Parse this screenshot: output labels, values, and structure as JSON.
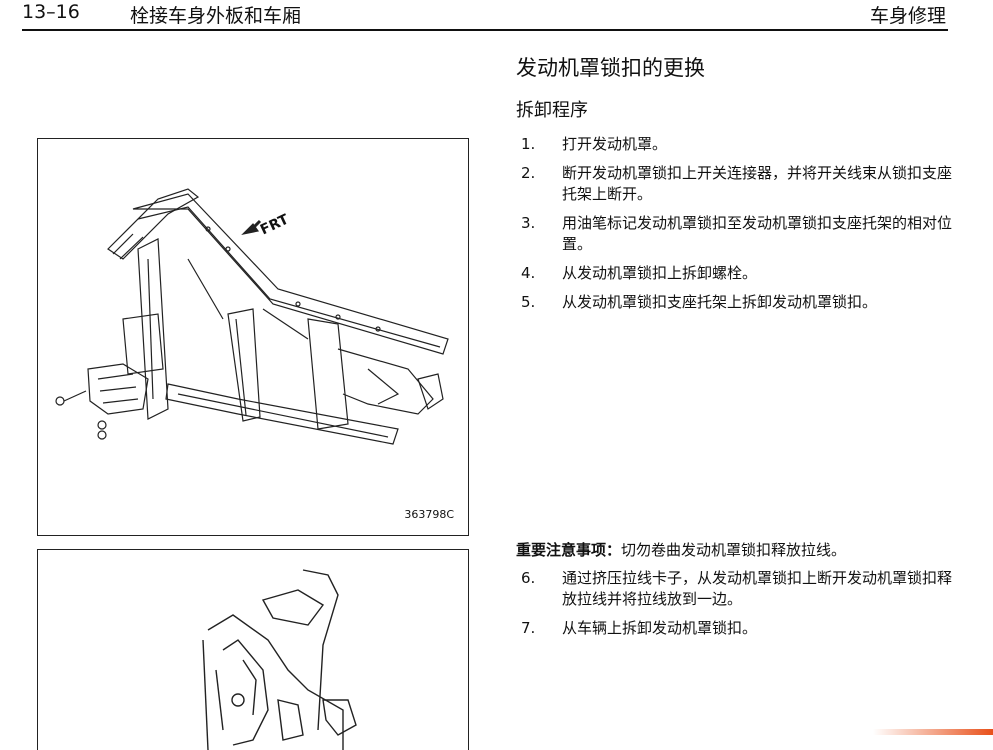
{
  "header": {
    "page_number": "13–16",
    "chapter": "栓接车身外板和车厢",
    "section": "车身修理"
  },
  "content": {
    "title": "发动机罩锁扣的更换",
    "subtitle": "拆卸程序",
    "steps_a": [
      {
        "num": "1.",
        "text": "打开发动机罩。"
      },
      {
        "num": "2.",
        "text": "断开发动机罩锁扣上开关连接器，并将开关线束从锁扣支座托架上断开。"
      },
      {
        "num": "3.",
        "text": "用油笔标记发动机罩锁扣至发动机罩锁扣支座托架的相对位置。"
      },
      {
        "num": "4.",
        "text": "从发动机罩锁扣上拆卸螺栓。"
      },
      {
        "num": "5.",
        "text": "从发动机罩锁扣支座托架上拆卸发动机罩锁扣。"
      }
    ],
    "notice": {
      "label": "重要注意事项：",
      "text": "切勿卷曲发动机罩锁扣释放拉线。"
    },
    "steps_b": [
      {
        "num": "6.",
        "text": "通过挤压拉线卡子，从发动机罩锁扣上断开发动机罩锁扣释放拉线并将拉线放到一边。"
      },
      {
        "num": "7.",
        "text": "从车辆上拆卸发动机罩锁扣。"
      }
    ]
  },
  "figures": {
    "fig1": {
      "id_label": "363798C",
      "arrow_label": "FRT"
    }
  },
  "colors": {
    "text": "#111111",
    "line": "#222222",
    "accent_mark": "#e8501a"
  }
}
